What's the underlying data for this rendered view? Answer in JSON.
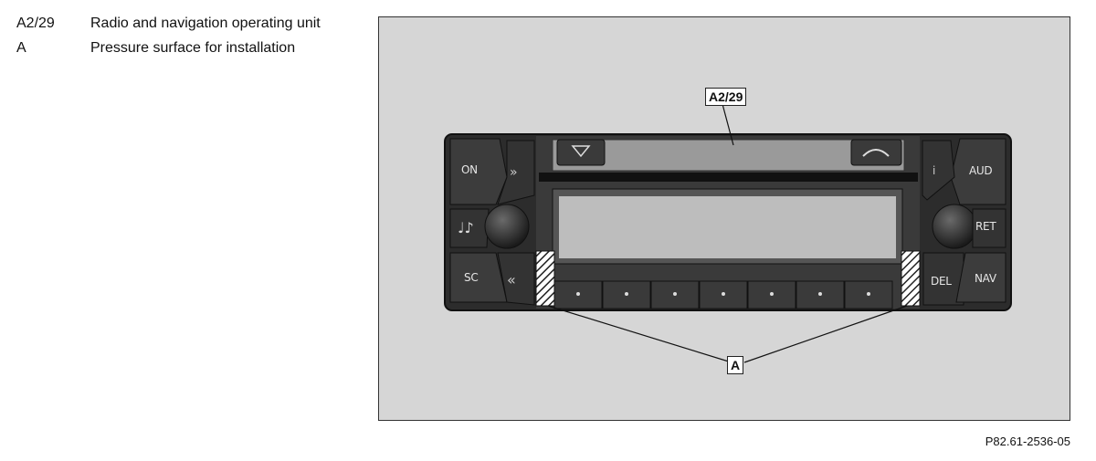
{
  "legend": [
    {
      "key": "A2/29",
      "text": "Radio and navigation operating unit"
    },
    {
      "key": "A",
      "text": "Pressure surface for installation"
    }
  ],
  "callouts": {
    "unit": "A2/29",
    "pressure": "A"
  },
  "buttons": {
    "on": "ON",
    "aud": "AUD",
    "ret": "RET",
    "sc": "SC",
    "del": "DEL",
    "nav": "NAV"
  },
  "figure_ref": "P82.61-2536-05",
  "colors": {
    "panel_bg": "#d6d6d6",
    "unit_body": "#2a2a2a",
    "display": "#b9b9b9"
  }
}
